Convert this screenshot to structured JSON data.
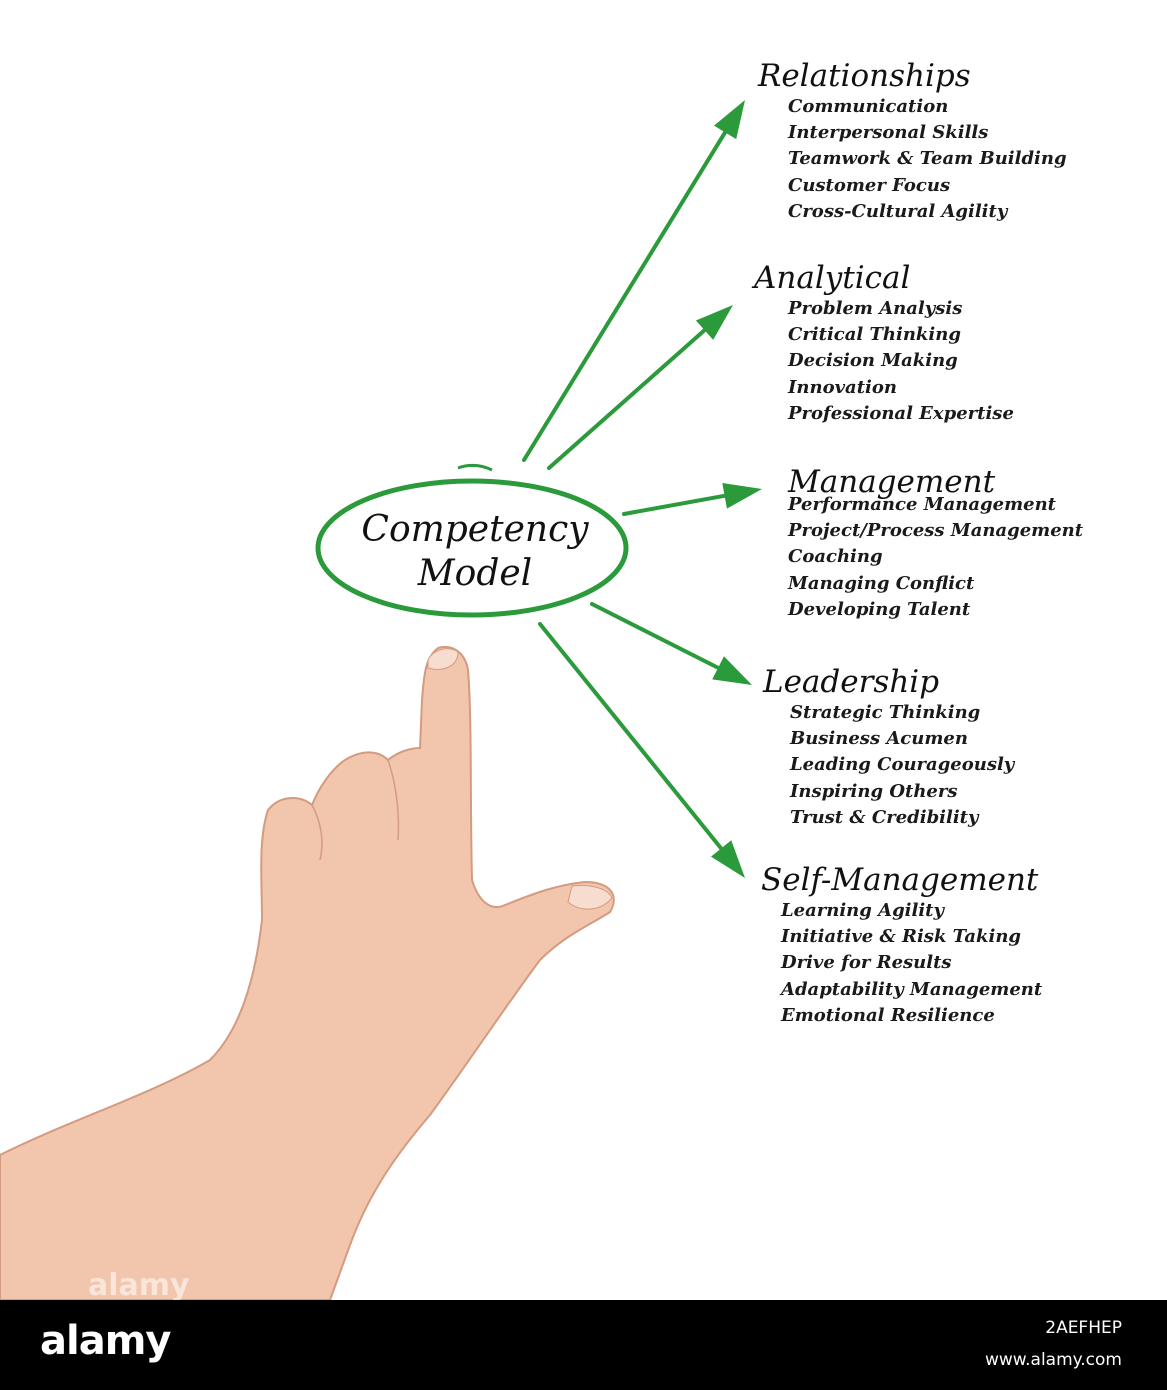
{
  "center": {
    "line1": "Competency",
    "line2": "Model"
  },
  "colors": {
    "arrow": "#2a9a3a",
    "ellipse": "#2a9a3a",
    "text": "#111111"
  },
  "groups": [
    {
      "title": "Relationships",
      "items": [
        "Communication",
        "Interpersonal Skills",
        "Teamwork & Team Building",
        "Customer Focus",
        "Cross-Cultural Agility"
      ]
    },
    {
      "title": "Analytical",
      "items": [
        "Problem Analysis",
        "Critical Thinking",
        "Decision Making",
        "Innovation",
        "Professional Expertise"
      ]
    },
    {
      "title": "Management",
      "items": [
        "Performance Management",
        "Project/Process Management",
        "Coaching",
        "Managing Conflict",
        "Developing Talent"
      ]
    },
    {
      "title": "Leadership",
      "items": [
        "Strategic Thinking",
        "Business Acumen",
        "Leading Courageously",
        "Inspiring Others",
        "Trust & Credibility"
      ]
    },
    {
      "title": "Self-Management",
      "items": [
        "Learning Agility",
        "Initiative & Risk Taking",
        "Drive for Results",
        "Adaptability Management",
        "Emotional Resilience"
      ]
    }
  ],
  "photo": {
    "subject": "hand-pointing-icon"
  },
  "footer": {
    "logo": "alamy",
    "image_id": "2AEFHEP",
    "url": "www.alamy.com",
    "watermark": "alamy"
  }
}
